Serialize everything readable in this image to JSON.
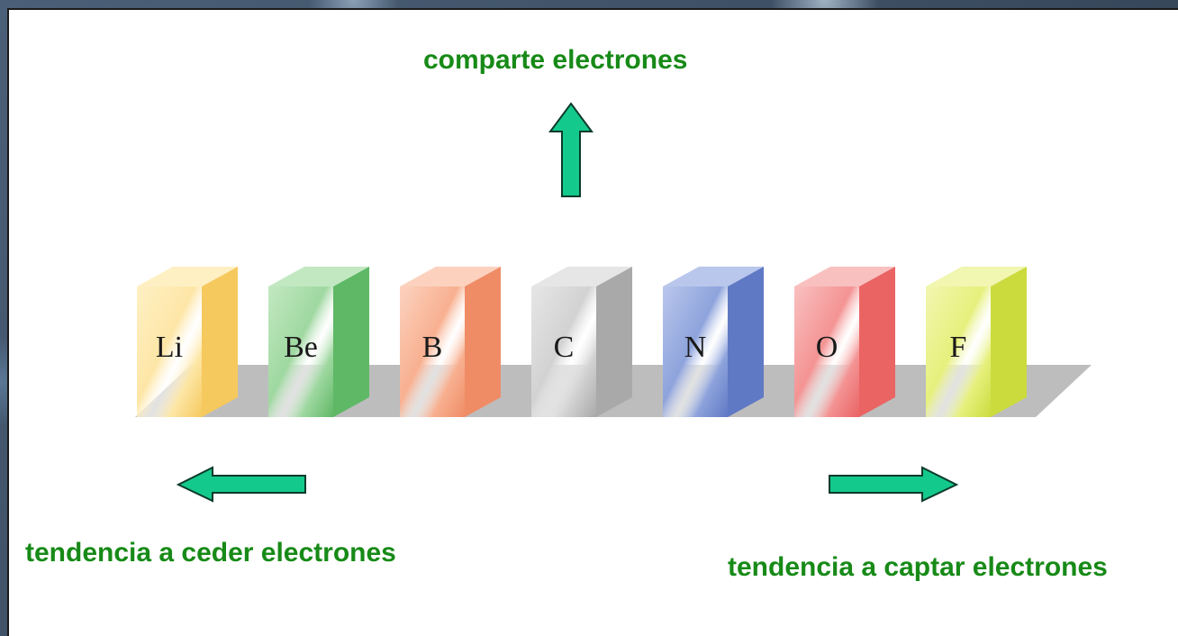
{
  "labels": {
    "top": "comparte electrones",
    "left": "tendencia a ceder electrones",
    "right": "tendencia a captar electrones"
  },
  "colors": {
    "label_green": "#178a17",
    "arrow_fill": "#14c98c",
    "arrow_stroke": "#0b3b2a"
  },
  "elements": [
    {
      "symbol": "Li",
      "front": "#fde6a6",
      "side": "#f6c95e",
      "top": "#fff0c4"
    },
    {
      "symbol": "Be",
      "front": "#9fd8a0",
      "side": "#5fb866",
      "top": "#c2e8c2"
    },
    {
      "symbol": "B",
      "front": "#f8b090",
      "side": "#ef8c66",
      "top": "#fcd2bf"
    },
    {
      "symbol": "C",
      "front": "#d2d2d2",
      "side": "#a9a9a9",
      "top": "#e6e6e6"
    },
    {
      "symbol": "N",
      "front": "#8ea3dc",
      "side": "#5f79c4",
      "top": "#b9c7ec"
    },
    {
      "symbol": "O",
      "front": "#f49393",
      "side": "#ea6464",
      "top": "#f9c0c0"
    },
    {
      "symbol": "F",
      "front": "#e6f07c",
      "side": "#cbdb3e",
      "top": "#f1f6b0"
    }
  ]
}
